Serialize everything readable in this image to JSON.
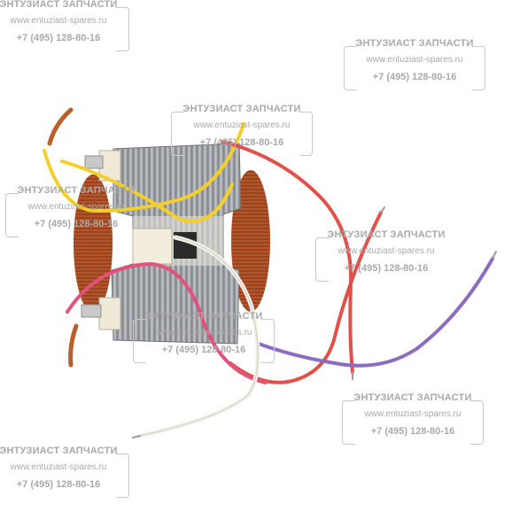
{
  "watermark": {
    "name": "ЭНТУЗИАСТ ЗАПЧАСТИ",
    "site": "www.entuziast-spares.ru",
    "phone": "+7 (495) 128-80-16"
  },
  "colors": {
    "core": "#9ea2a6",
    "copper": "#b4552a",
    "wire_yellow": "#f2cf2a",
    "wire_red": "#e2504a",
    "wire_pink": "#e2527a",
    "wire_purple": "#8b6cc0",
    "wire_white": "#f3f1ea"
  }
}
